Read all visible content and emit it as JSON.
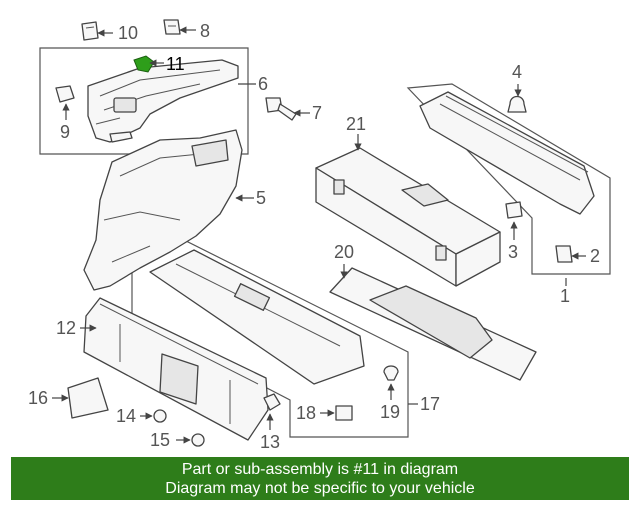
{
  "diagram": {
    "callouts": [
      {
        "id": "c1",
        "label": "1"
      },
      {
        "id": "c2",
        "label": "2"
      },
      {
        "id": "c3",
        "label": "3"
      },
      {
        "id": "c4",
        "label": "4"
      },
      {
        "id": "c5",
        "label": "5"
      },
      {
        "id": "c6",
        "label": "6"
      },
      {
        "id": "c7",
        "label": "7"
      },
      {
        "id": "c8",
        "label": "8"
      },
      {
        "id": "c9",
        "label": "9"
      },
      {
        "id": "c10",
        "label": "10"
      },
      {
        "id": "c11",
        "label": "11"
      },
      {
        "id": "c12",
        "label": "12"
      },
      {
        "id": "c13",
        "label": "13"
      },
      {
        "id": "c14",
        "label": "14"
      },
      {
        "id": "c15",
        "label": "15"
      },
      {
        "id": "c16",
        "label": "16"
      },
      {
        "id": "c17",
        "label": "17"
      },
      {
        "id": "c18",
        "label": "18"
      },
      {
        "id": "c19",
        "label": "19"
      },
      {
        "id": "c20",
        "label": "20"
      },
      {
        "id": "c21",
        "label": "21"
      }
    ],
    "highlight_part": "11",
    "highlight_color": "#2e9e1a"
  },
  "banner": {
    "line1": "Part or sub-assembly is #11 in diagram",
    "line2": "Diagram may not be specific to your vehicle",
    "background": "#2e7d1a",
    "text_color": "#ffffff"
  }
}
